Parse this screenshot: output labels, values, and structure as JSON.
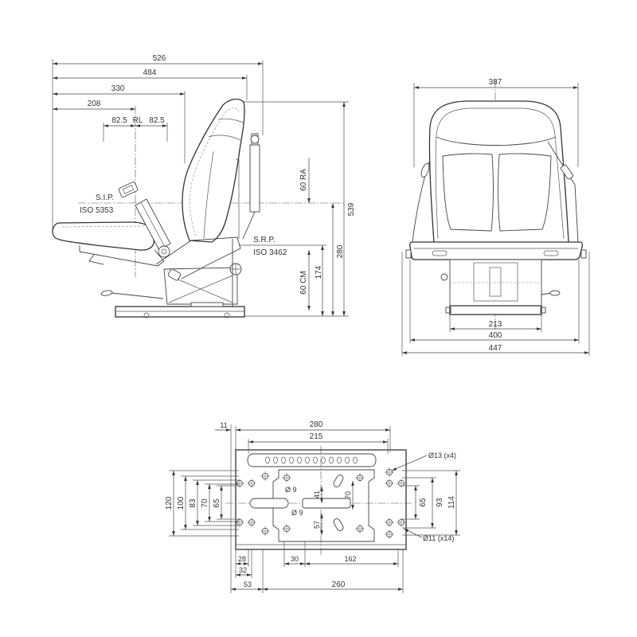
{
  "side_view": {
    "top_dims": [
      "526",
      "484",
      "330",
      "208"
    ],
    "rl": {
      "left": "82.5",
      "label": "RL",
      "right": "82.5"
    },
    "sip": {
      "label": "S.I.P.",
      "standard": "ISO 5353"
    },
    "ra": "60 RA",
    "vertical_dims": [
      "539",
      "280",
      "174"
    ],
    "srp": {
      "label": "S.R.P.",
      "standard": "ISO 3462"
    },
    "cm": "60 CM"
  },
  "front_view": {
    "dims": [
      "387",
      "213",
      "400",
      "447"
    ]
  },
  "base_plate": {
    "top_dims": [
      "11",
      "280",
      "215"
    ],
    "left_dims": [
      "120",
      "100",
      "83",
      "70",
      "65"
    ],
    "inner_dims": [
      "41",
      "70",
      "57"
    ],
    "right_dims": [
      "65",
      "93",
      "114"
    ],
    "bottom_dims": [
      "28",
      "30",
      "162",
      "32",
      "53",
      "260"
    ],
    "hole_labels": [
      "Ø13 (x4)",
      "Ø 9",
      "Ø 9",
      "Ø11 (x14)"
    ]
  }
}
